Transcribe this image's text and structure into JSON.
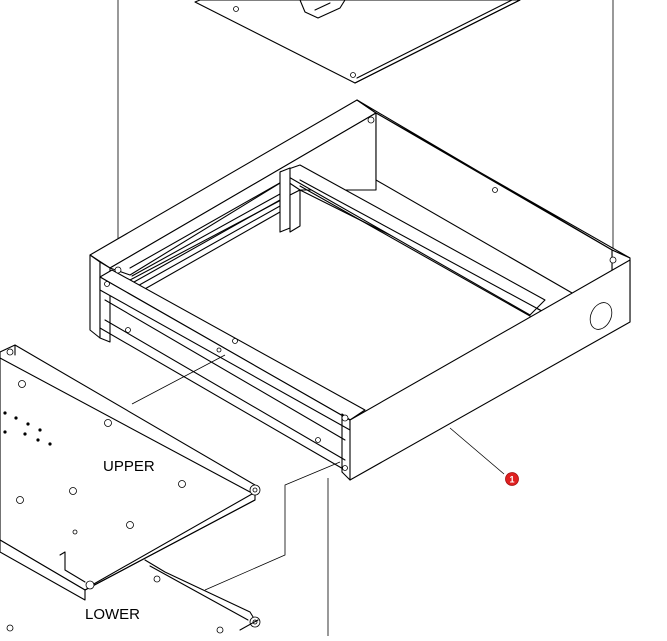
{
  "labels": {
    "upper": "UPPER",
    "lower": "LOWER"
  },
  "callouts": [
    {
      "number": "1",
      "color": "#e02020"
    }
  ]
}
